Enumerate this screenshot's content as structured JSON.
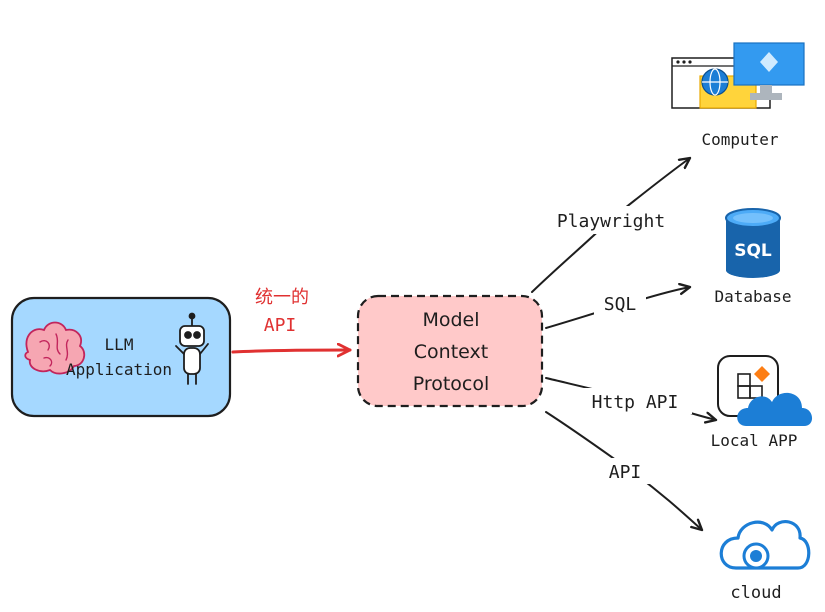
{
  "llm_app": {
    "line1": "LLM",
    "line2": "Application",
    "fill": "#a5d8ff"
  },
  "mcp": {
    "line1": "Model",
    "line2": "Context",
    "line3": "Protocol",
    "fill": "#ffc9c9"
  },
  "unified_api": {
    "line1": "统一的",
    "line2": "API",
    "color": "#e03131"
  },
  "edges": {
    "playwright": "Playwright",
    "sql": "SQL",
    "http_api": "Http API",
    "api": "API"
  },
  "targets": {
    "computer": "Computer",
    "database": "Database",
    "database_icon_text": "SQL",
    "local_app": "Local APP",
    "cloud": "cloud"
  }
}
